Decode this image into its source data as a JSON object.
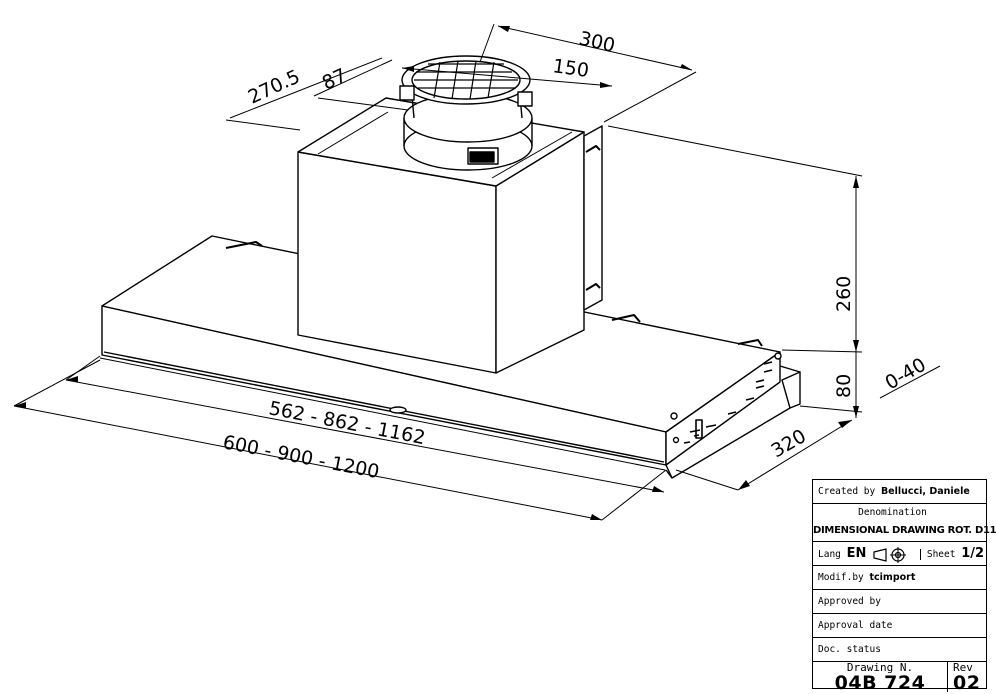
{
  "dimensions": {
    "duct_width": "300",
    "duct_diameter": "150",
    "depth_back": "270.5",
    "offset": "87",
    "height": "260",
    "adjust": "0-40",
    "trim": "80",
    "depth": "320",
    "inner_widths": "562 - 862 - 1162",
    "outer_widths": "600 - 900 - 1200"
  },
  "title_block": {
    "created_label": "Created by",
    "created_value": "Bellucci, Daniele",
    "denomination_label": "Denomination",
    "denomination_value": "DIMENSIONAL DRAWING ROT. D11",
    "lang_label": "Lang",
    "lang_value": "EN",
    "sheet_label": "Sheet",
    "sheet_value": "1/2",
    "modif_label": "Modif.by",
    "modif_value": "tcimport",
    "approved_label": "Approved by",
    "approval_date_label": "Approval date",
    "doc_status_label": "Doc. status",
    "drawing_label": "Drawing N.",
    "drawing_value": "04B 724",
    "rev_label": "Rev",
    "rev_value": "02"
  },
  "colors": {
    "ink": "#000000",
    "paper": "#ffffff"
  }
}
